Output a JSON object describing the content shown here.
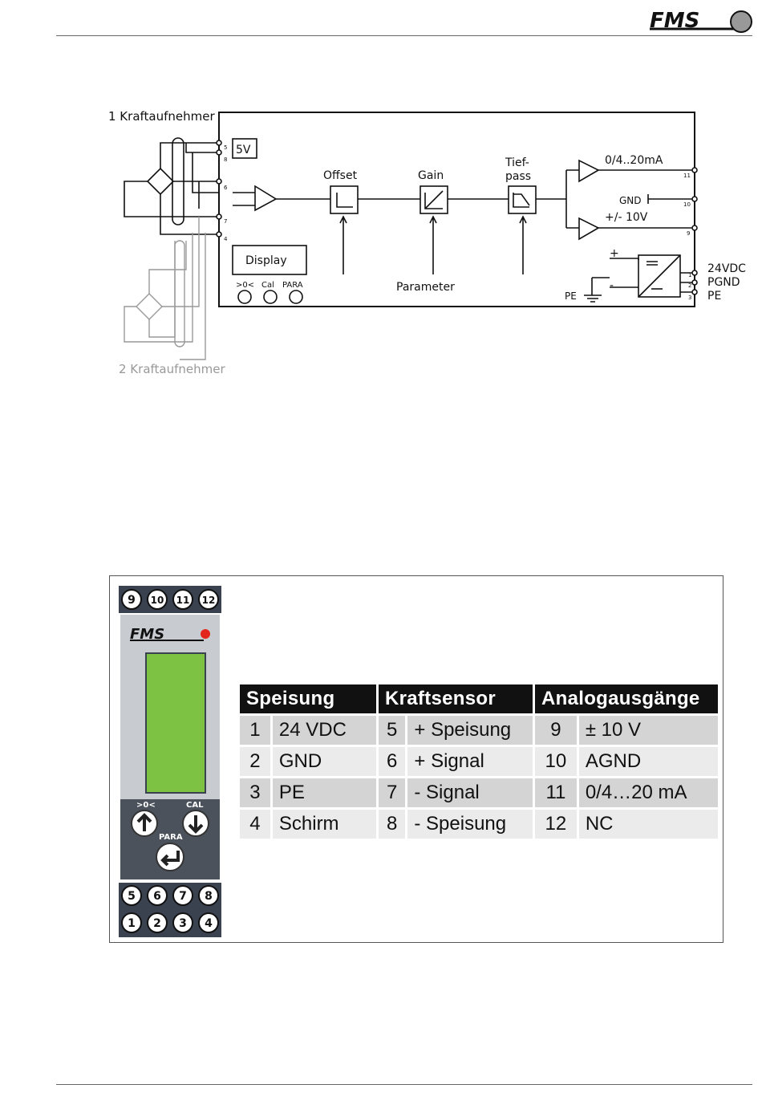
{
  "brand": {
    "name": "FMS"
  },
  "diagram": {
    "sensor1_label": "1 Kraftaufnehmer",
    "sensor2_label": "2 Kraftaufnehmer",
    "supply_5v": "5V",
    "offset_label": "Offset",
    "gain_label": "Gain",
    "lowpass_label_1": "Tief-",
    "lowpass_label_2": "pass",
    "display_label": "Display",
    "btn_zero": ">0<",
    "btn_cal": "Cal",
    "btn_para": "PARA",
    "parameter_label": "Parameter",
    "out_current": "0/4..20mA",
    "out_gnd": "GND",
    "out_voltage": "+/- 10V",
    "pe_label": "PE",
    "plus_sign": "+",
    "minus_sign": "-",
    "supply_24vdc": "24VDC",
    "supply_pgnd": "PGND",
    "supply_pe": "PE",
    "pins": {
      "p5": "5",
      "p8": "8",
      "p6": "6",
      "p7": "7",
      "p4": "4",
      "p11": "11",
      "p10": "10",
      "p9": "9",
      "p1": "1",
      "p2": "2",
      "p3": "3"
    }
  },
  "device": {
    "top_terminals": [
      "9",
      "10",
      "11",
      "12"
    ],
    "bottom_terminals_row1": [
      "5",
      "6",
      "7",
      "8"
    ],
    "bottom_terminals_row2": [
      "1",
      "2",
      "3",
      "4"
    ],
    "btn_zero_label": ">0<",
    "btn_cal_label": "CAL",
    "btn_para_label": "PARA",
    "display_color": "#7dc242",
    "led_color": "#e3261b"
  },
  "pin_table": {
    "headers": [
      "Speisung",
      "Kraftsensor",
      "Analogausgänge"
    ],
    "rows": [
      [
        "1",
        "24 VDC",
        "5",
        "+ Speisung",
        "9",
        "± 10 V"
      ],
      [
        "2",
        "GND",
        "6",
        "+ Signal",
        "10",
        "AGND"
      ],
      [
        "3",
        "PE",
        "7",
        "- Signal",
        "11",
        "0/4…20 mA"
      ],
      [
        "4",
        "Schirm",
        "8",
        "- Speisung",
        "12",
        "NC"
      ]
    ]
  }
}
